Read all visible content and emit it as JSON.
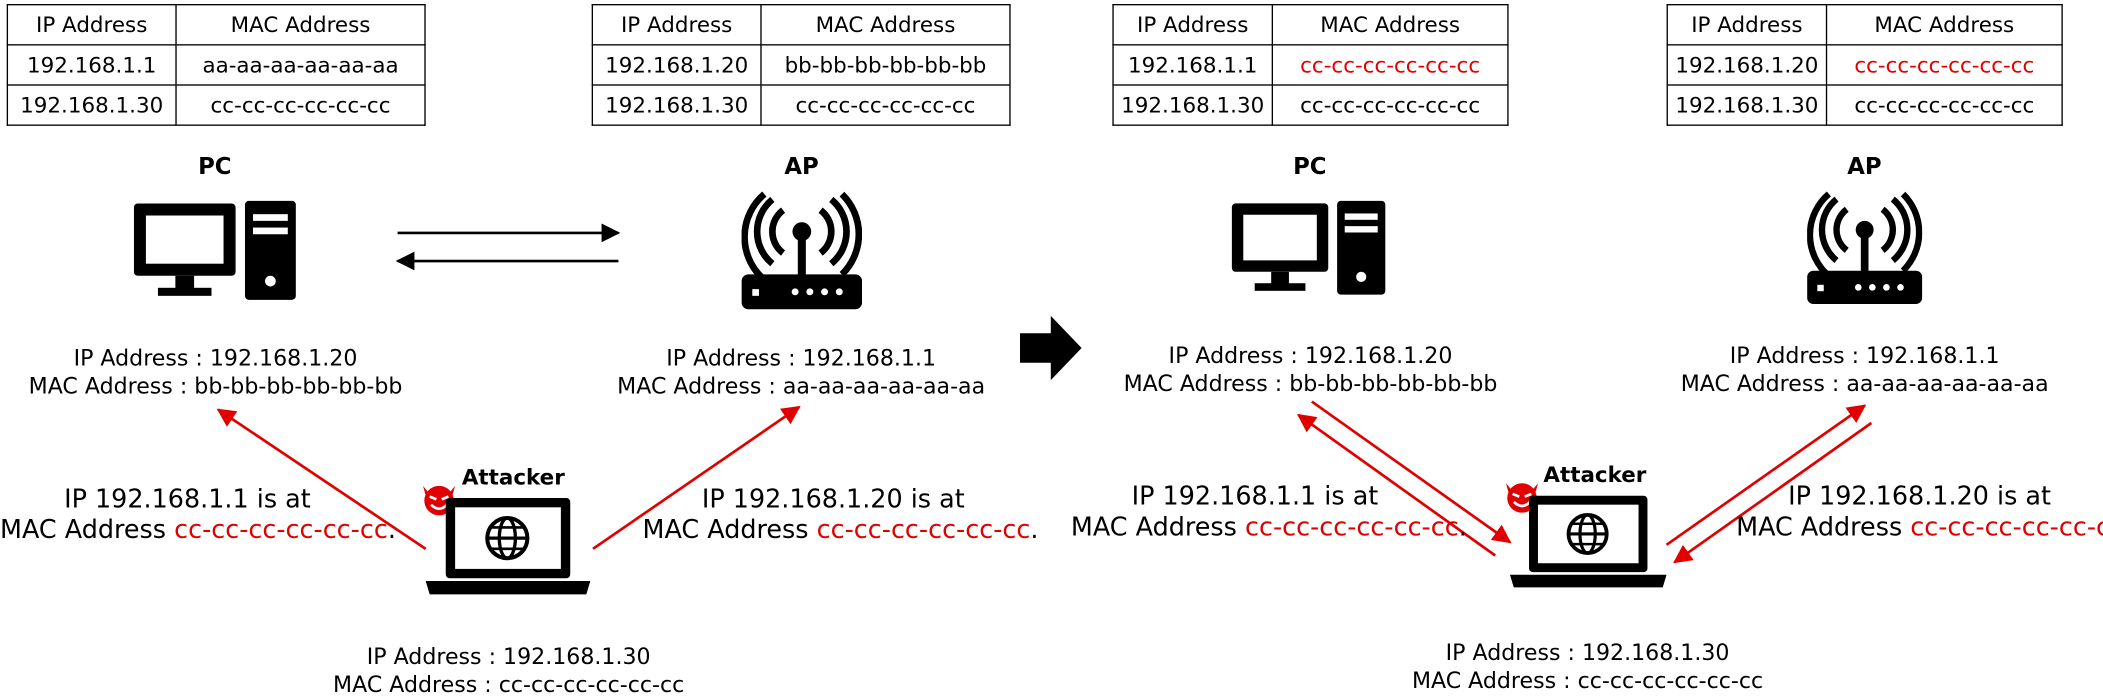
{
  "colors": {
    "spoofed": "#e00000",
    "normal": "#000000",
    "arrow_red": "#e00000"
  },
  "headers": {
    "ip": "IP Address",
    "mac": "MAC Address"
  },
  "before": {
    "pc": {
      "title": "PC",
      "ip_line": "IP Address : 192.168.1.20",
      "mac_line": "MAC Address : bb-bb-bb-bb-bb-bb",
      "table": [
        {
          "ip": "192.168.1.1",
          "mac": "aa-aa-aa-aa-aa-aa"
        },
        {
          "ip": "192.168.1.30",
          "mac": "cc-cc-cc-cc-cc-cc"
        }
      ]
    },
    "ap": {
      "title": "AP",
      "ip_line": "IP Address : 192.168.1.1",
      "mac_line": "MAC Address : aa-aa-aa-aa-aa-aa",
      "table": [
        {
          "ip": "192.168.1.20",
          "mac": "bb-bb-bb-bb-bb-bb"
        },
        {
          "ip": "192.168.1.30",
          "mac": "cc-cc-cc-cc-cc-cc"
        }
      ]
    },
    "attacker": {
      "title": "Attacker",
      "ip_line": "IP Address : 192.168.1.30",
      "mac_line": "MAC Address : cc-cc-cc-cc-cc-cc"
    },
    "msg_left": {
      "line1": "IP 192.168.1.1 is at",
      "prefix": "MAC Address ",
      "mac": "cc-cc-cc-cc-cc-cc",
      "suffix": "."
    },
    "msg_right": {
      "line1": "IP 192.168.1.20 is at",
      "prefix": "MAC Address ",
      "mac": "cc-cc-cc-cc-cc-cc",
      "suffix": "."
    }
  },
  "after": {
    "pc": {
      "title": "PC",
      "ip_line": "IP Address : 192.168.1.20",
      "mac_line": "MAC Address : bb-bb-bb-bb-bb-bb",
      "table": [
        {
          "ip": "192.168.1.1",
          "mac": "cc-cc-cc-cc-cc-cc",
          "spoofed": true
        },
        {
          "ip": "192.168.1.30",
          "mac": "cc-cc-cc-cc-cc-cc",
          "spoofed": false
        }
      ]
    },
    "ap": {
      "title": "AP",
      "ip_line": "IP Address : 192.168.1.1",
      "mac_line": "MAC Address : aa-aa-aa-aa-aa-aa",
      "table": [
        {
          "ip": "192.168.1.20",
          "mac": "cc-cc-cc-cc-cc-cc",
          "spoofed": true
        },
        {
          "ip": "192.168.1.30",
          "mac": "cc-cc-cc-cc-cc-cc",
          "spoofed": false
        }
      ]
    },
    "attacker": {
      "title": "Attacker",
      "ip_line": "IP Address : 192.168.1.30",
      "mac_line": "MAC Address : cc-cc-cc-cc-cc-cc"
    },
    "msg_left": {
      "line1": "IP 192.168.1.1 is at",
      "prefix": "MAC Address ",
      "mac": "cc-cc-cc-cc-cc-cc",
      "suffix": "."
    },
    "msg_right": {
      "line1": "IP 192.168.1.20 is at",
      "prefix": "MAC Address ",
      "mac": "cc-cc-cc-cc-cc-cc",
      "suffix": "."
    }
  },
  "icons": [
    "desktop-pc-icon",
    "wifi-router-icon",
    "laptop-globe-icon",
    "devil-face-icon",
    "transition-arrow-icon"
  ]
}
